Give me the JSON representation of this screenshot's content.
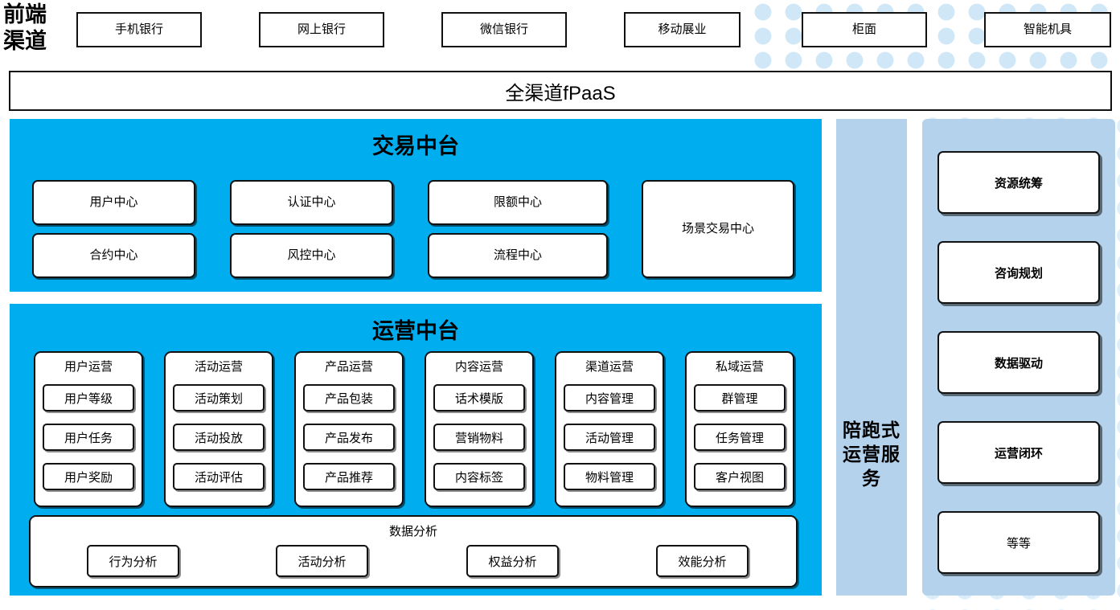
{
  "diagram": {
    "title_label": "前端渠道",
    "channels": [
      {
        "label": "手机银行"
      },
      {
        "label": "网上银行"
      },
      {
        "label": "微信银行"
      },
      {
        "label": "移动展业"
      },
      {
        "label": "柜面"
      },
      {
        "label": "智能机具"
      }
    ],
    "fpaas_bar": "全渠道fPaaS",
    "transaction_platform": {
      "title": "交易中台",
      "items": [
        {
          "label": "用户中心"
        },
        {
          "label": "认证中心"
        },
        {
          "label": "限额中心"
        },
        {
          "label": "合约中心"
        },
        {
          "label": "风控中心"
        },
        {
          "label": "流程中心"
        }
      ],
      "tall_item": {
        "label": "场景交易中心"
      }
    },
    "operation_platform": {
      "title": "运营中台",
      "groups": [
        {
          "header": "用户运营",
          "items": [
            "用户等级",
            "用户任务",
            "用户奖励"
          ]
        },
        {
          "header": "活动运营",
          "items": [
            "活动策划",
            "活动投放",
            "活动评估"
          ]
        },
        {
          "header": "产品运营",
          "items": [
            "产品包装",
            "产品发布",
            "产品推荐"
          ]
        },
        {
          "header": "内容运营",
          "items": [
            "话术模版",
            "营销物料",
            "内容标签"
          ]
        },
        {
          "header": "渠道运营",
          "items": [
            "内容管理",
            "活动管理",
            "物料管理"
          ]
        },
        {
          "header": "私域运营",
          "items": [
            "群管理",
            "任务管理",
            "客户视图"
          ]
        }
      ],
      "data_analysis": {
        "title": "数据分析",
        "items": [
          "行为分析",
          "活动分析",
          "权益分析",
          "效能分析"
        ]
      }
    },
    "service_column": {
      "label": "陪跑式运营服务"
    },
    "capability_panel": {
      "items": [
        {
          "label": "资源统筹",
          "bold": true
        },
        {
          "label": "咨询规划",
          "bold": true
        },
        {
          "label": "数据驱动",
          "bold": true
        },
        {
          "label": "运营闭环",
          "bold": true
        },
        {
          "label": "等等",
          "bold": false
        }
      ]
    },
    "colors": {
      "cyan": "#00aef0",
      "light_blue": "#b4d2ec",
      "dot_blue": "#cfe7f7",
      "stroke": "#111111",
      "white": "#ffffff"
    }
  }
}
